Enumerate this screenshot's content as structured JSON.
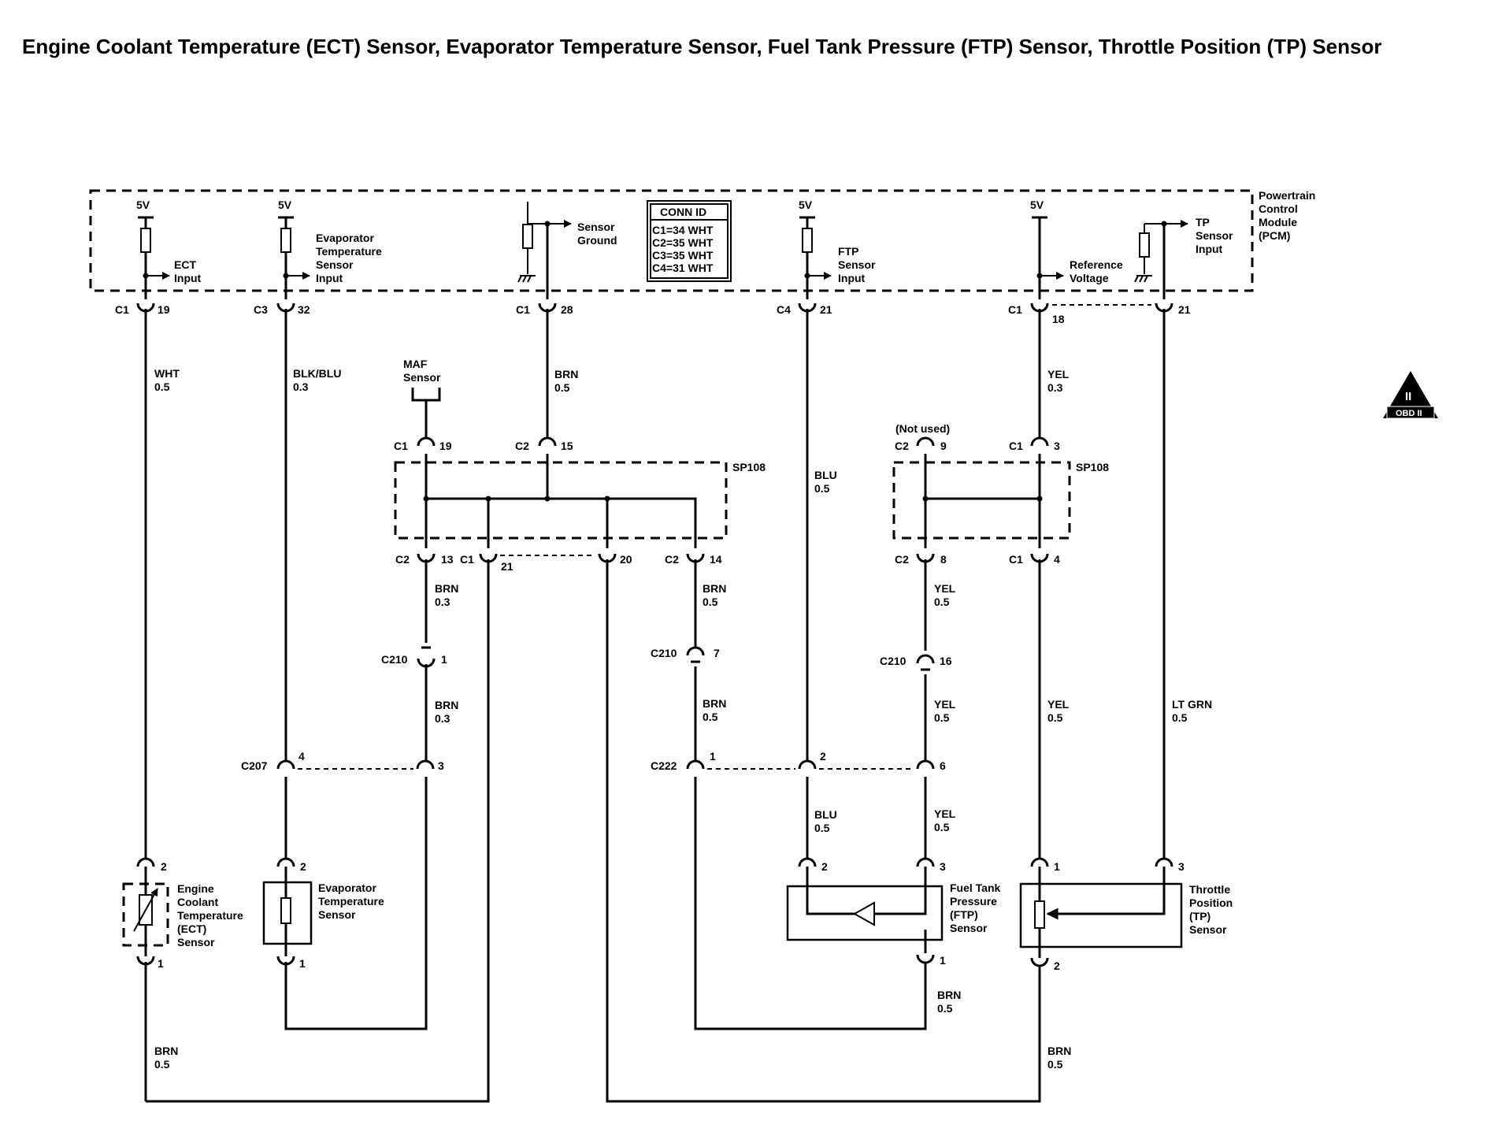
{
  "title": "Engine Coolant Temperature (ECT) Sensor,  Evaporator Temperature Sensor, Fuel Tank Pressure (FTP) Sensor, Throttle Position (TP) Sensor",
  "pcm": {
    "label": [
      "Powertrain",
      "Control",
      "Module",
      "(PCM)"
    ],
    "v5": "5V",
    "ect_input": [
      "ECT",
      "Input"
    ],
    "evap_input": [
      "Evaporator",
      "Temperature",
      "Sensor",
      "Input"
    ],
    "sensor_ground": [
      "Sensor",
      "Ground"
    ],
    "ftp_input": [
      "FTP",
      "Sensor",
      "Input"
    ],
    "reference_voltage": [
      "Reference",
      "Voltage"
    ],
    "tp_input": [
      "TP",
      "Sensor",
      "Input"
    ],
    "conn_id": {
      "header": "CONN ID",
      "rows": [
        "C1=34 WHT",
        "C2=35 WHT",
        "C3=35 WHT",
        "C4=31 WHT"
      ]
    }
  },
  "pins": {
    "c1": "C1",
    "c2": "C2",
    "c3": "C3",
    "c4": "C4",
    "c210": "C210",
    "c207": "C207",
    "c222": "C222",
    "p1": "1",
    "p2": "2",
    "p3": "3",
    "p4": "4",
    "p6": "6",
    "p7": "7",
    "p8": "8",
    "p9": "9",
    "p13": "13",
    "p14": "14",
    "p15": "15",
    "p16": "16",
    "p18": "18",
    "p19": "19",
    "p20": "20",
    "p21": "21",
    "p28": "28",
    "p32": "32"
  },
  "wires": {
    "wht": "WHT",
    "blkblu": "BLK/BLU",
    "brn": "BRN",
    "blu": "BLU",
    "yel": "YEL",
    "ltgrn": "LT GRN",
    "g05": "0.5",
    "g03": "0.3"
  },
  "splices": {
    "sp108": "SP108"
  },
  "labels": {
    "maf": [
      "MAF",
      "Sensor"
    ],
    "not_used": "(Not used)",
    "ect_sensor": [
      "Engine",
      "Coolant",
      "Temperature",
      "(ECT)",
      "Sensor"
    ],
    "evap_sensor": [
      "Evaporator",
      "Temperature",
      "Sensor"
    ],
    "ftp_sensor": [
      "Fuel Tank",
      "Pressure",
      "(FTP)",
      "Sensor"
    ],
    "tp_sensor": [
      "Throttle",
      "Position",
      "(TP)",
      "Sensor"
    ]
  },
  "badge": {
    "roman": "II",
    "text": "OBD II"
  }
}
